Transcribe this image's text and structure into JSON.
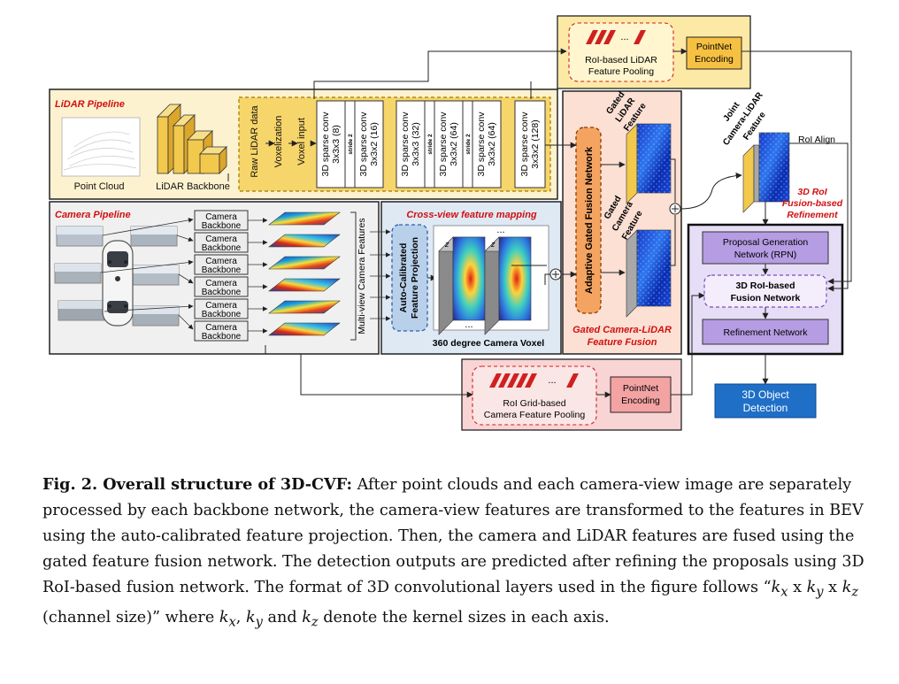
{
  "lidar": {
    "title": "LiDAR Pipeline",
    "point_cloud": "Point Cloud",
    "backbone": "LiDAR Backbone",
    "raw": "Raw LiDAR data",
    "voxelization": "Voxelization",
    "voxel_input": "Voxel input",
    "stride": "stride 2",
    "convs": [
      [
        "3D sparse conv",
        "3x3x3 (8)"
      ],
      [
        "3D sparse conv",
        "3x3x2 (16)"
      ],
      [
        "3D sparse conv",
        "3x3x3 (32)"
      ],
      [
        "3D sparse conv",
        "3x3x2 (64)"
      ],
      [
        "3D sparse conv",
        "3x3x2 (64)"
      ],
      [
        "3D sparse conv",
        "3x3x2 (128)"
      ]
    ]
  },
  "camera": {
    "title": "Camera Pipeline",
    "backbone_lines": [
      "Camera",
      "Backbone"
    ],
    "backbone_count": 6,
    "multiview": "Multi-view Camera Features"
  },
  "crossview": {
    "title": "Cross-view feature mapping",
    "auto_calib": [
      "Auto-Calibrated",
      "Feature Projection"
    ],
    "voxel": "360 degree Camera Voxel",
    "z_label": "z",
    "dots": "..."
  },
  "fusion": {
    "title": [
      "Gated Camera-LiDAR",
      "Feature Fusion"
    ],
    "network": "Adaptive Gated Fusion Network",
    "gated_lidar": [
      "Gated",
      "LiDAR",
      "Feature"
    ],
    "gated_camera": [
      "Gated",
      "Camera",
      "Feature"
    ]
  },
  "roi_lidar": {
    "label": [
      "RoI-based LiDAR",
      "Feature Pooling"
    ],
    "pointnet": [
      "PointNet",
      "Encoding"
    ],
    "dots": "..."
  },
  "roi_camera": {
    "label": [
      "RoI Grid-based",
      "Camera Feature Pooling"
    ],
    "pointnet": [
      "PointNet",
      "Encoding"
    ],
    "dots": "..."
  },
  "joint": {
    "label": [
      "Joint",
      "Camera-LiDAR",
      "Feature"
    ],
    "roi_align": "RoI Align",
    "refine": [
      "3D RoI",
      "Fusion-based",
      "Refinement"
    ]
  },
  "refinement": {
    "rpn": [
      "Proposal Generation",
      "Network (RPN)"
    ],
    "fusion_net": [
      "3D RoI-based",
      "Fusion Network"
    ],
    "refine_net": "Refinement Network"
  },
  "output": [
    "3D Object",
    "Detection"
  ],
  "caption": {
    "lead": "Fig. 2. Overall structure of 3D-CVF:",
    "p1": " After point clouds and each camera-view image are separately processed by each backbone network, the camera-view features are transformed to the features in BEV using the auto-calibrated feature projection. Then, the camera and LiDAR features are fused using the gated feature fusion network. The detection outputs are predicted after refining the proposals using 3D RoI-based fusion network. The format of 3D convolutional layers used in the figure follows “",
    "kx": "k",
    "sx": "x",
    "x1": " x ",
    "ky": "k",
    "sy": "y",
    "x2": " x ",
    "kz": "k",
    "sz": "z",
    "p2": " (channel size)” where ",
    "c1": ", ",
    "and": " and ",
    "p3": " denote the kernel sizes in each axis."
  }
}
